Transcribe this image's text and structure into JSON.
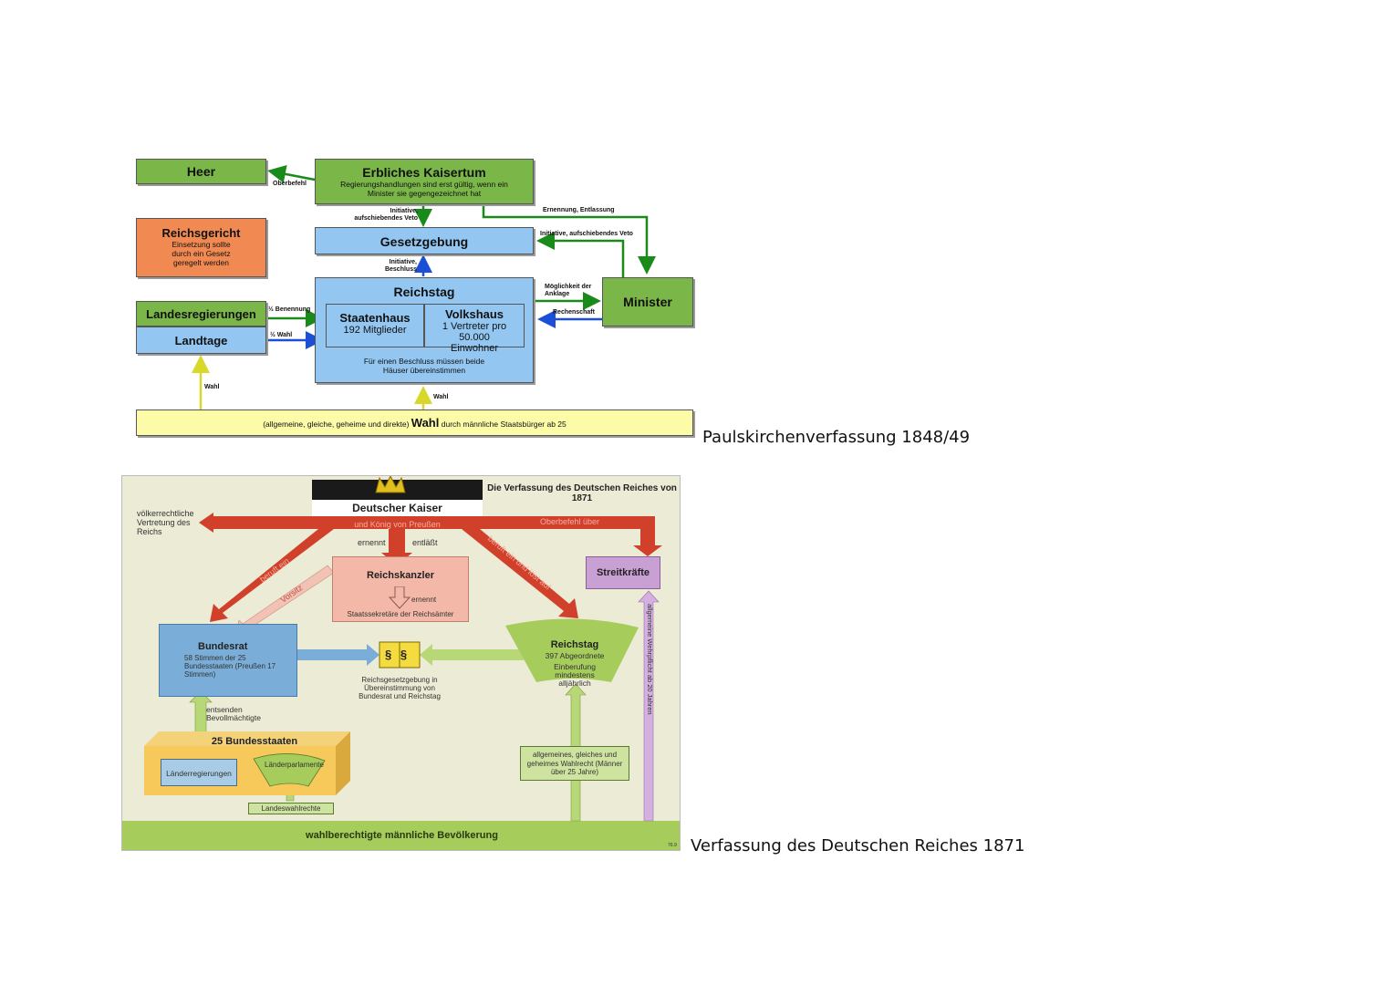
{
  "diagram1": {
    "heer": "Heer",
    "oberbefehl": "Oberbefehl",
    "kaiser_title": "Erbliches Kaisertum",
    "kaiser_note": "Regierungshandlungen sind erst gültig, wenn ein Minister sie gegengezeichnet hat",
    "initiative_veto": "Initiative, aufschiebendes Veto",
    "ernennung": "Ernennung, Entlassung",
    "reichsgericht_title": "Reichsgericht",
    "reichsgericht_note": "Einsetzung sollte durch ein Gesetz geregelt werden",
    "gesetzgebung": "Gesetzgebung",
    "initiative_veto2": "Initiative, aufschiebendes Veto",
    "initiative_beschluss": "Initiative, Beschluss",
    "reichstag": "Reichstag",
    "staatenhaus": "Staatenhaus",
    "staatenhaus_note": "192 Mitglieder",
    "volkshaus": "Volkshaus",
    "volkshaus_note": "1 Vertreter pro 50.000 Einwohner",
    "beschluss_note": "Für einen Beschluss müssen beide Häuser übereinstimmen",
    "moeglichkeit": "Möglichkeit der Anklage",
    "rechenschaft": "Rechenschaft",
    "minister": "Minister",
    "landesregierungen": "Landesregierungen",
    "landtage": "Landtage",
    "benennung": "½ Benennung",
    "halb_wahl": "½ Wahl",
    "wahl_left": "Wahl",
    "wahl_center": "Wahl",
    "wahl_pre": "(allgemeine, gleiche, geheime und direkte)",
    "wahl_word": "Wahl",
    "wahl_post": "durch männliche Staatsbürger ab 25",
    "caption": "Paulskirchenverfassung 1848/49"
  },
  "diagram2": {
    "header": "Die Verfassung des Deutschen Reiches von 1871",
    "kaiser": "Deutscher Kaiser",
    "kaiser_sub": "und König von Preußen",
    "oberbefehl": "Oberbefehl über",
    "voelkerrecht": "völkerrechtliche Vertretung des Reichs",
    "ernennt": "ernennt",
    "entlaesst": "entläßt",
    "beruft": "beruft ein",
    "vorsitz": "Vorsitz",
    "beruft_aufl": "beruft ein und löst auf",
    "kanzler": "Reichskanzler",
    "ernennt2": "ernennt",
    "staatssekretaere": "Staatssekretäre der Reichsämter",
    "streitkraefte": "Streitkräfte",
    "bundesrat": "Bundesrat",
    "bundesrat_note": "58 Stimmen der 25 Bundesstaaten (Preußen 17 Stimmen)",
    "paragraph": "§ §",
    "gesetz_note": "Reichsgesetzgebung in Übereinstimmung von Bundesrat und Reichstag",
    "reichstag": "Reichstag",
    "reichstag_count": "397 Abgeordnete",
    "reichstag_note": "Einberufung mindestens alljährlich",
    "wehrpflicht": "allgemeine Wehrpflicht ab 20 Jahren",
    "entsenden": "entsenden Bevollmächtigte",
    "bundesstaaten": "25 Bundesstaaten",
    "laenderregierungen": "Länderregierungen",
    "laenderparlamente": "Länderparlamente",
    "wahlrecht": "allgemeines, gleiches und geheimes Wahlrecht (Männer über 25 Jahre)",
    "landeswahlrechte": "Landeswahlrechte",
    "bevoelkerung": "wahlberechtigte männliche Bevölkerung",
    "pagecode": "76.9",
    "caption": "Verfassung des Deutschen Reiches 1871"
  },
  "colors": {
    "green": "#7ab648",
    "blue": "#93c7f2",
    "orange": "#f08a52",
    "yellow": "#fbfba8",
    "arrow_green": "#1a8a1a",
    "arrow_blue": "#1c4fd8",
    "arrow_yellow": "#d8d82a",
    "red": "#d0402a",
    "pink": "#f4b8a8",
    "purple": "#b58ac4"
  }
}
